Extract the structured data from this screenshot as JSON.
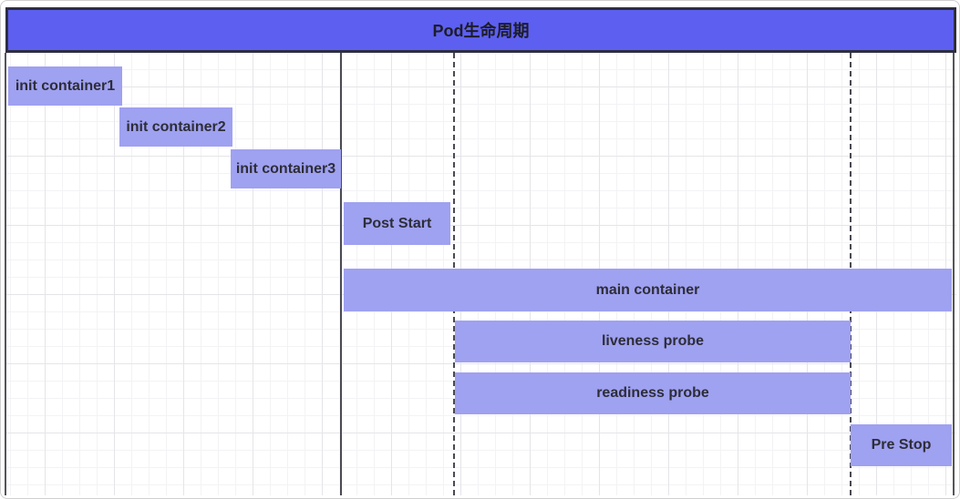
{
  "title": {
    "text": "Pod生命周期"
  },
  "colors": {
    "title_fill": "#5d5ff0",
    "title_border": "#2e2e40",
    "title_text": "#1c1c28",
    "bar_fill": "#9fa1f1",
    "bar_text": "#2d2d38",
    "line_color": "#4a4a52",
    "grid_minor": "#f3f3f5",
    "grid_major": "#e5e5e9",
    "frame_border": "#cfcfcf"
  },
  "bars": [
    {
      "label": "init container1"
    },
    {
      "label": "init container2"
    },
    {
      "label": "init container3"
    },
    {
      "label": "Post Start"
    },
    {
      "label": "main container"
    },
    {
      "label": "liveness probe"
    },
    {
      "label": "readiness probe"
    },
    {
      "label": "Pre Stop"
    }
  ],
  "lines": {
    "solid_phase_line": "container start boundary",
    "dashed_phase_line_1": "probes start boundary",
    "dashed_phase_line_2": "termination boundary"
  }
}
